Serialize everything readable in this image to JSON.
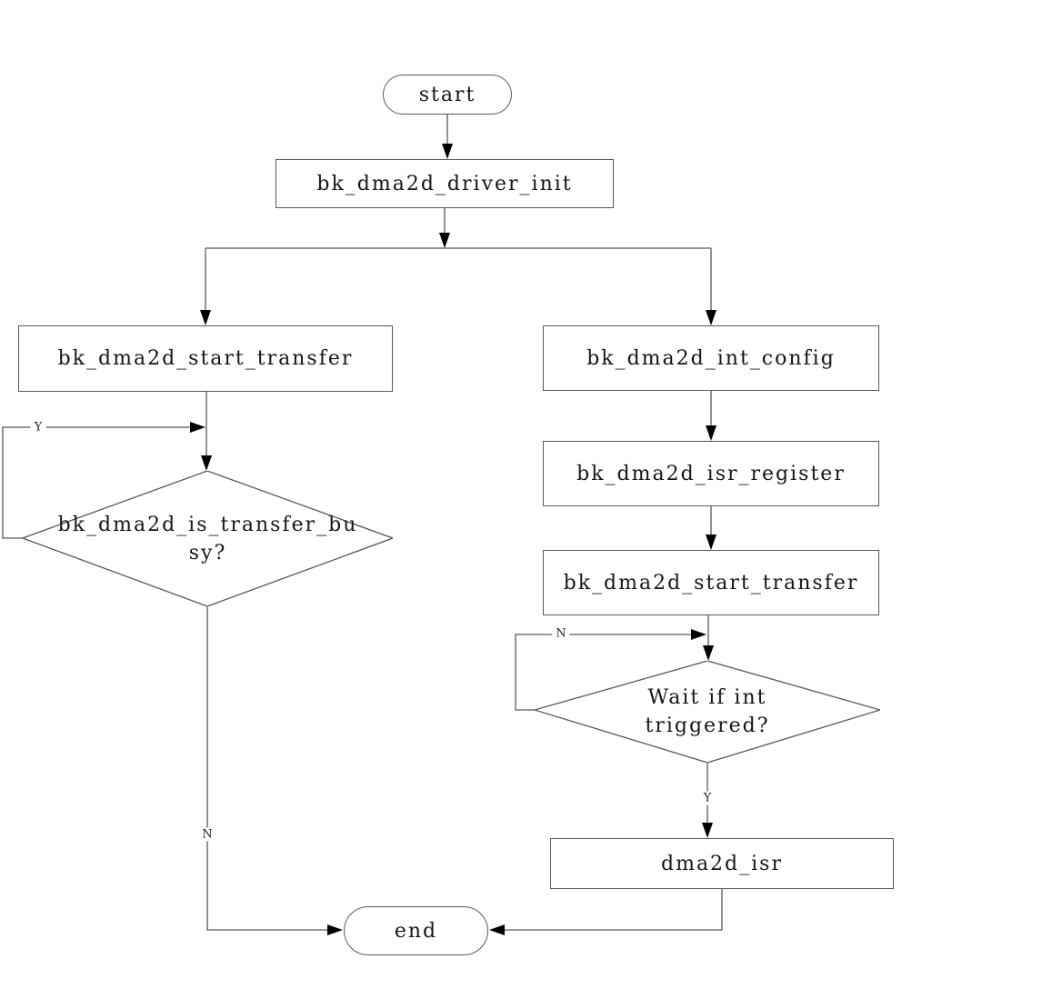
{
  "flowchart": {
    "nodes": {
      "start": {
        "type": "terminator",
        "label": "start"
      },
      "driver_init": {
        "type": "process",
        "label": "bk_dma2d_driver_init"
      },
      "start_transfer_left": {
        "type": "process",
        "label": "bk_dma2d_start_transfer"
      },
      "busy_check": {
        "type": "decision",
        "lines": [
          "bk_dma2d_is_transfer_bu",
          "sy?"
        ]
      },
      "int_config": {
        "type": "process",
        "label": "bk_dma2d_int_config"
      },
      "isr_register": {
        "type": "process",
        "label": "bk_dma2d_isr_register"
      },
      "start_transfer_right": {
        "type": "process",
        "label": "bk_dma2d_start_transfer"
      },
      "wait_int": {
        "type": "decision",
        "lines": [
          "Wait if int",
          "triggered?"
        ]
      },
      "dma2d_isr": {
        "type": "process",
        "label": "dma2d_isr"
      },
      "end": {
        "type": "terminator",
        "label": "end"
      }
    },
    "edge_labels": {
      "busy_yes": "Y",
      "busy_no": "N",
      "wait_no": "N",
      "wait_yes": "Y"
    },
    "colors": {
      "background": "#ffffff",
      "line": "#595959",
      "text": "#161616",
      "arrowhead": "#000000"
    }
  }
}
